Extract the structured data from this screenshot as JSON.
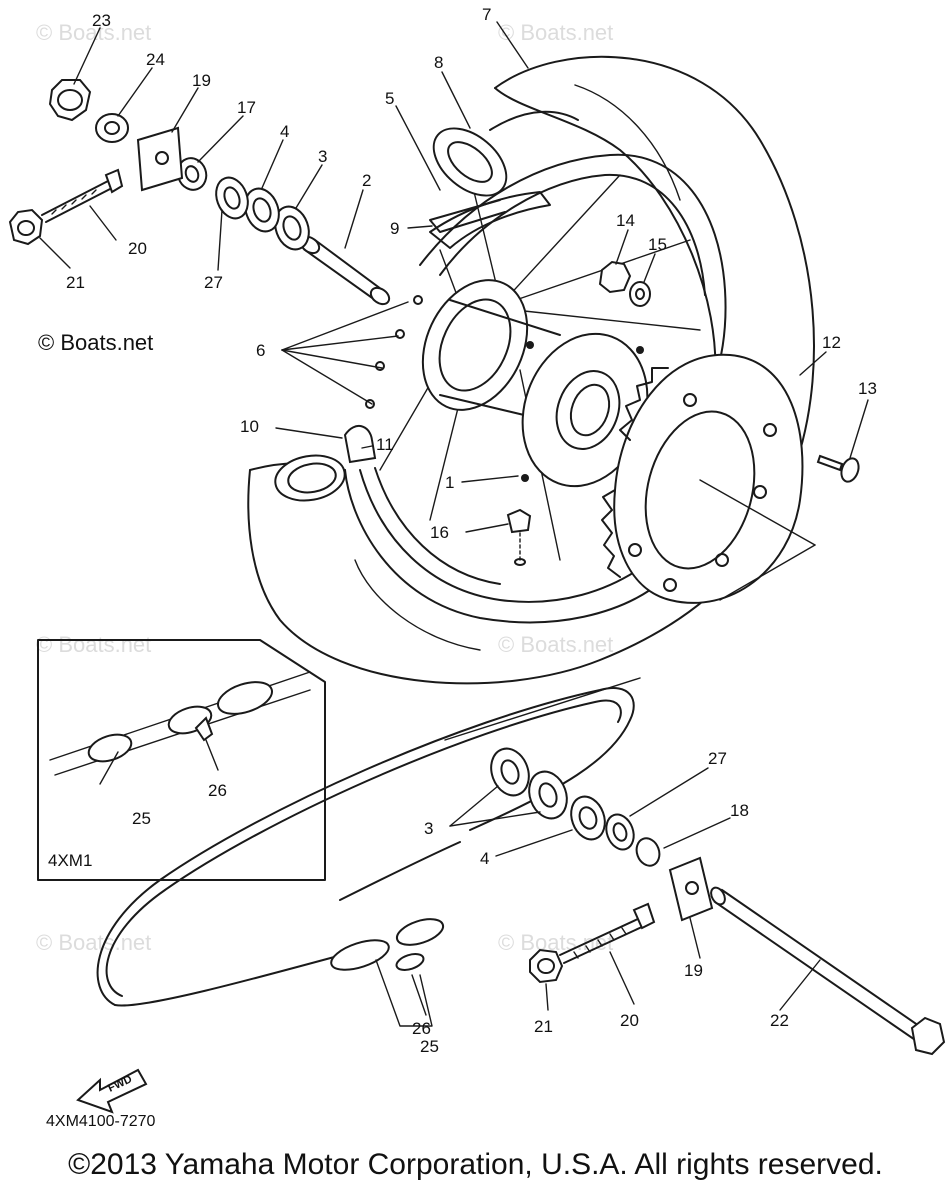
{
  "watermarks": {
    "faint": "© Boats.net",
    "main": "© Boats.net"
  },
  "labels": {
    "p1": "1",
    "p2": "2",
    "p3a": "3",
    "p3b": "3",
    "p4a": "4",
    "p4b": "4",
    "p5": "5",
    "p6": "6",
    "p7": "7",
    "p8": "8",
    "p9": "9",
    "p10": "10",
    "p11": "11",
    "p12": "12",
    "p13": "13",
    "p14": "14",
    "p15": "15",
    "p16": "16",
    "p17": "17",
    "p18": "18",
    "p19a": "19",
    "p19b": "19",
    "p20a": "20",
    "p20b": "20",
    "p21a": "21",
    "p21b": "21",
    "p22": "22",
    "p23": "23",
    "p24": "24",
    "p25a": "25",
    "p25b": "25",
    "p26a": "26",
    "p26b": "26",
    "p27a": "27",
    "p27b": "27"
  },
  "inset": {
    "label": "4XM1"
  },
  "fwd": {
    "text": "FWD"
  },
  "diagram_code": "4XM4100-7270",
  "copyright": "©2013 Yamaha Motor Corporation, U.S.A. All rights reserved."
}
